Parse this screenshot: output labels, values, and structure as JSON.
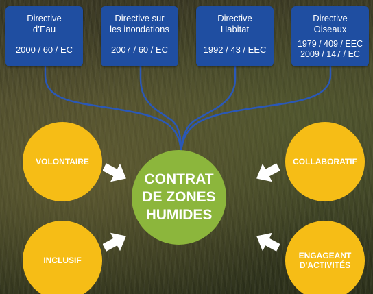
{
  "directives": [
    {
      "title": "Directive\nd’Eau",
      "ref": "2000 / 60 / EC"
    },
    {
      "title": "Directive sur\nles inondations",
      "ref": "2007 / 60 / EC"
    },
    {
      "title": "Directive\nHabitat",
      "ref": "1992 / 43 / EEC"
    },
    {
      "title": "Directive\nOiseaux",
      "ref": "1979 / 409 / EEC\n2009 / 147 / EC"
    }
  ],
  "center": {
    "label": "CONTRAT\nDE ZONES\nHUMIDES"
  },
  "qualities": {
    "volontaire": "VOLONTAIRE",
    "inclusif": "INCLUSIF",
    "collaboratif": "COLLABORATIF",
    "engageant": "ENGAGEANT\nD'ACTIVITÉS"
  },
  "colors": {
    "directive_box": "#1f4ea1",
    "connector": "#2a58b8",
    "quality_circle": "#f6bd16",
    "center_circle": "#8cb63c",
    "arrow": "#ffffff"
  }
}
